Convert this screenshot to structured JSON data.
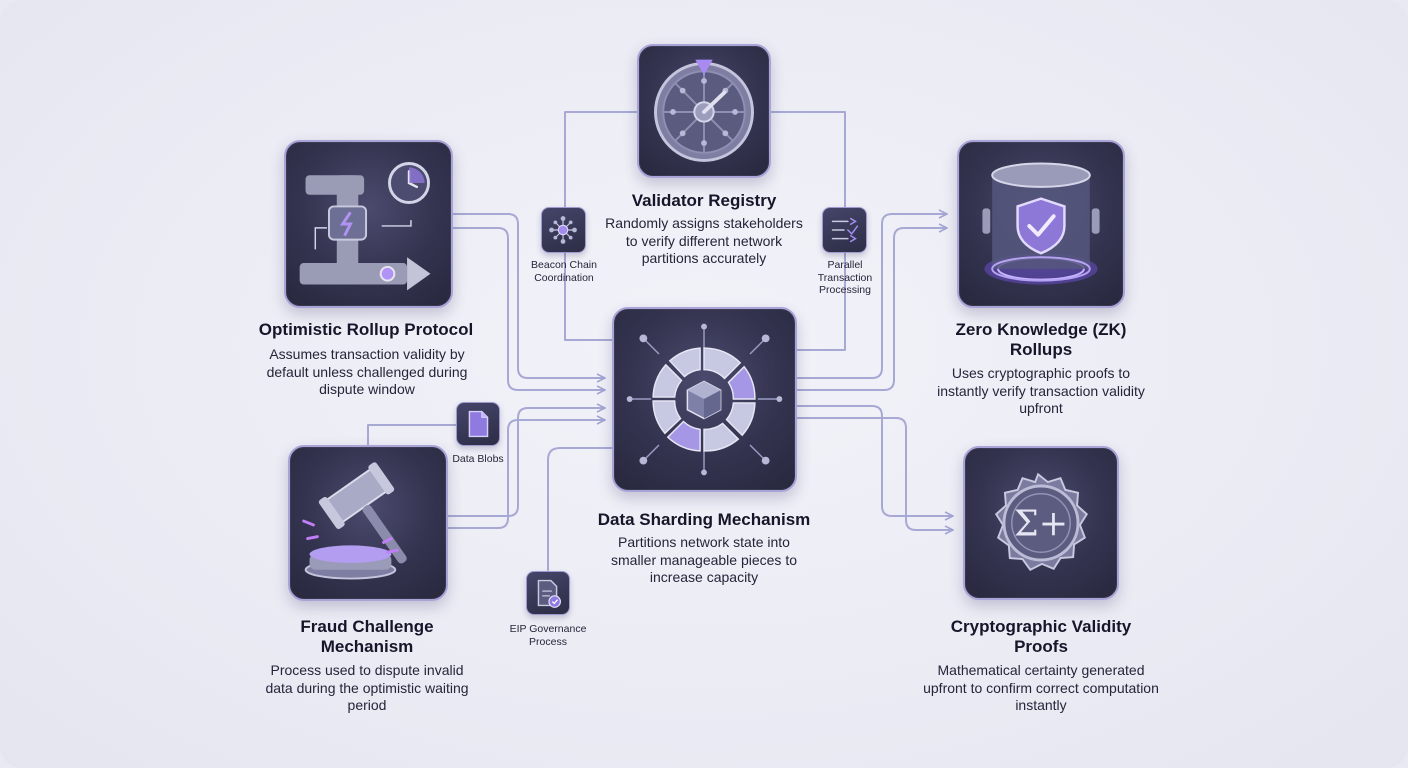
{
  "nodes": {
    "validator": {
      "title": "Validator Registry",
      "desc": "Randomly assigns stakeholders to verify different network partitions accurately"
    },
    "optimistic": {
      "title": "Optimistic Rollup Protocol",
      "desc": "Assumes transaction validity by default unless challenged during dispute window"
    },
    "zk": {
      "title": "Zero Knowledge (ZK) Rollups",
      "desc": "Uses cryptographic proofs to instantly verify transaction validity upfront"
    },
    "sharding": {
      "title": "Data Sharding Mechanism",
      "desc": "Partitions network state into smaller manageable pieces to increase capacity"
    },
    "fraud": {
      "title": "Fraud Challenge Mechanism",
      "desc": "Process used to dispute invalid data during the optimistic waiting period"
    },
    "proofs": {
      "title": "Cryptographic Validity Proofs",
      "desc": "Mathematical certainty generated upfront to confirm correct computation instantly"
    }
  },
  "connectors": {
    "beacon": {
      "label": "Beacon Chain Coordination"
    },
    "parallel": {
      "label": "Parallel Transaction Processing"
    },
    "blobs": {
      "label": "Data Blobs"
    },
    "eip": {
      "label": "EIP Governance Process"
    }
  },
  "icons": {
    "validator": "roulette-wheel-icon",
    "optimistic": "pipe-clock-icon",
    "zk": "shield-cylinder-icon",
    "sharding": "shard-ring-cube-icon",
    "fraud": "gavel-icon",
    "proofs": "sigma-seal-icon",
    "beacon": "network-hub-icon",
    "parallel": "parallel-lines-icon",
    "blobs": "document-icon",
    "eip": "document-badge-icon"
  },
  "colors": {
    "tile": "#33334f",
    "tile_border": "#a9a4d8",
    "accent": "#9b86ee",
    "connector": "#a7a9d4",
    "background": "#ebebf4"
  }
}
